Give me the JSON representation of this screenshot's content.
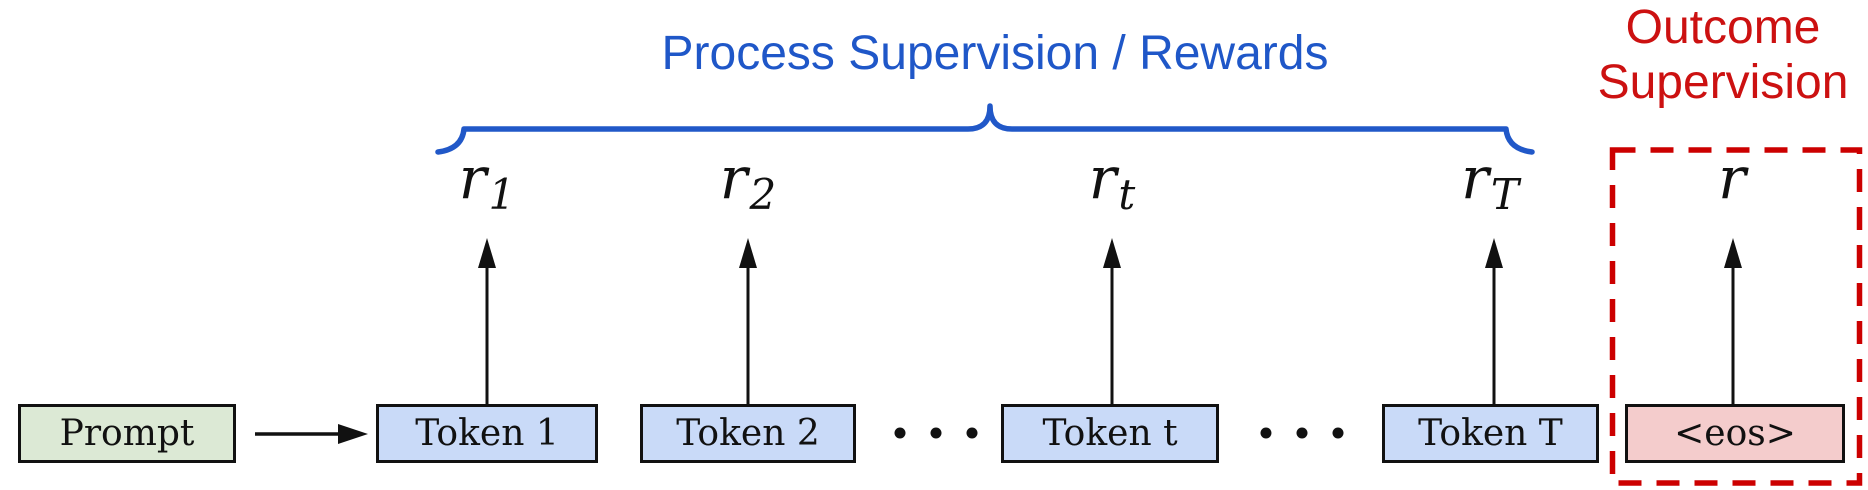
{
  "annotations": {
    "process": {
      "label": "Process Supervision / Rewards",
      "color": "#1f57c8"
    },
    "outcome": {
      "line1": "Outcome",
      "line2": "Supervision",
      "color": "#cc1111"
    }
  },
  "rewards": [
    {
      "main": "r",
      "sub": "1"
    },
    {
      "main": "r",
      "sub": "2"
    },
    {
      "main": "r",
      "sub": "t"
    },
    {
      "main": "r",
      "sub": "T"
    },
    {
      "main": "r",
      "sub": ""
    }
  ],
  "boxes": [
    {
      "label": "Prompt",
      "fill": "#dce9d5",
      "role": "prompt"
    },
    {
      "label": "Token 1",
      "fill": "#c9daf8",
      "role": "token"
    },
    {
      "label": "Token 2",
      "fill": "#c9daf8",
      "role": "token"
    },
    {
      "label": "Token t",
      "fill": "#c9daf8",
      "role": "token"
    },
    {
      "label": "Token T",
      "fill": "#c9daf8",
      "role": "token"
    },
    {
      "label": "<eos>",
      "fill": "#f4cccc",
      "role": "end-of-sequence"
    }
  ],
  "icons": {
    "process_brace": "curly-overbrace",
    "outcome_dashed_box": "red-dashed-rectangle",
    "flow_arrow": "right-arrow",
    "reward_arrows": "up-arrow",
    "ellipsis_dots": "horizontal-ellipsis"
  },
  "colors": {
    "brace_blue": "#2158c8",
    "dashed_red": "#cc0000",
    "arrow_black": "#111111",
    "box_border": "#111111",
    "prompt_green": "#dce9d5",
    "token_blue": "#c9daf8",
    "eos_pink": "#f4cccc"
  }
}
